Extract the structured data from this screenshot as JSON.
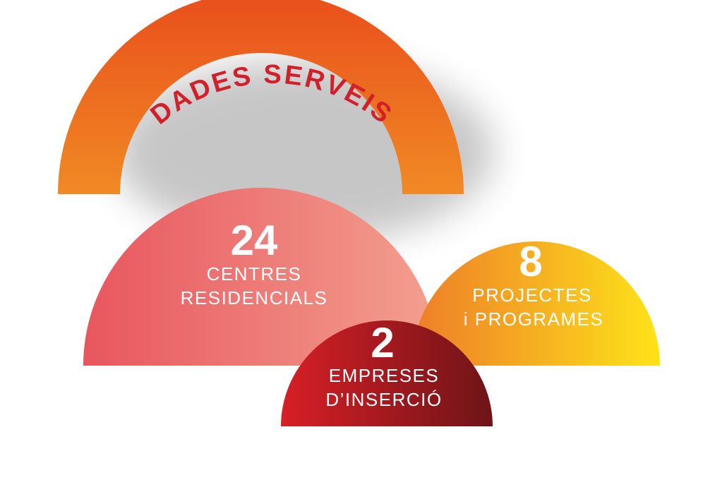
{
  "title": "DADES SERVEIS",
  "colors": {
    "title_text": "#d2202a",
    "arch_top": "#e94e1b",
    "arch_bottom": "#f08a24",
    "residencial_left": "#e8565e",
    "residencial_right": "#f3a090",
    "projectes_left": "#ee7d28",
    "projectes_right": "#fde31a",
    "empreses_left": "#d81f26",
    "empreses_right": "#6e1417"
  },
  "items": [
    {
      "number": "24",
      "line1": "CENTRES",
      "line2": "RESIDENCIALS"
    },
    {
      "number": "8",
      "line1": "PROJECTES",
      "line2": "i PROGRAMES"
    },
    {
      "number": "2",
      "line1": "EMPRESES",
      "line2": "D’INSERCIÓ"
    }
  ]
}
